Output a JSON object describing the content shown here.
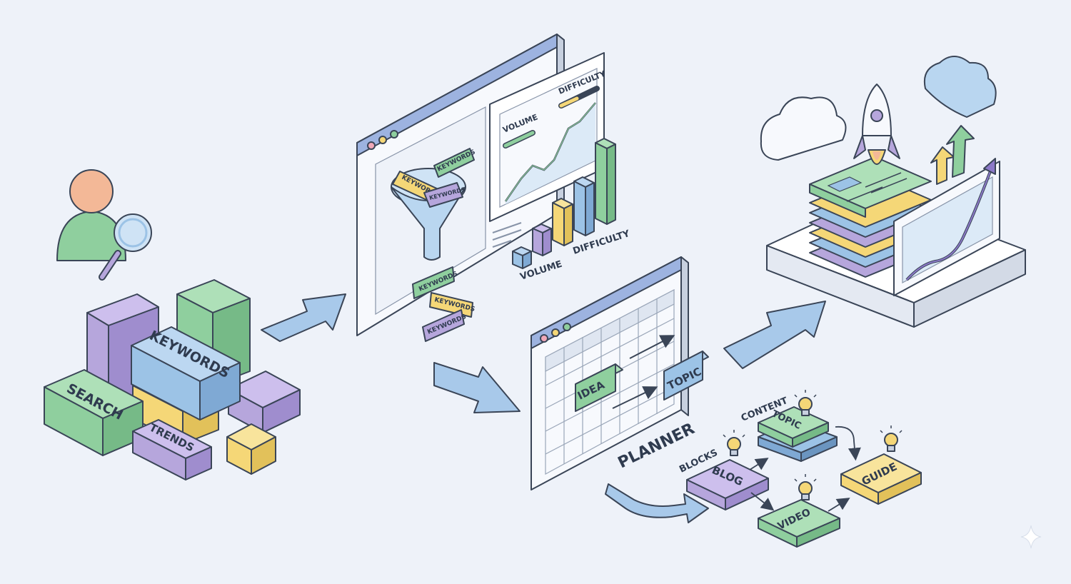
{
  "labels": {
    "search": "SEARCH",
    "keywords_block": "KEYWORDS",
    "trends": "TRENDS",
    "funnel_tag_1": "KEYWORDS",
    "funnel_tag_2": "KEYWORDS",
    "funnel_tag_3": "KEYWORDS",
    "out_tag_1": "KEYWORDS",
    "out_tag_2": "KEYWORDS",
    "out_tag_3": "KEYWORDS",
    "volume_slider": "VOLUME",
    "difficulty_slider": "DIFFICULTY",
    "volume_axis": "VOLUME",
    "difficulty_axis": "DIFFICULTY",
    "idea": "IDEA",
    "topic_card": "TOPIC",
    "planner": "PLANNER",
    "blocks": "BLOCKS",
    "content": "CONTENT",
    "topic_block": "TOPIC",
    "blog": "BLOG",
    "video": "VIDEO",
    "guide": "GUIDE"
  },
  "colors": {
    "background": "#eef2f9",
    "outline": "#3a4557",
    "green": "#8fcf9e",
    "purple": "#b6a6dc",
    "blue": "#9cc3e6",
    "yellow": "#f5d777",
    "window_bar": "#9db3e0",
    "window_body": "#f7f9fd",
    "arrow": "#a8c9ea"
  },
  "icons": [
    "user-icon",
    "magnifier-icon",
    "funnel-icon",
    "rocket-icon",
    "cloud-icon",
    "lightbulb-icon",
    "growth-arrow-icon"
  ]
}
